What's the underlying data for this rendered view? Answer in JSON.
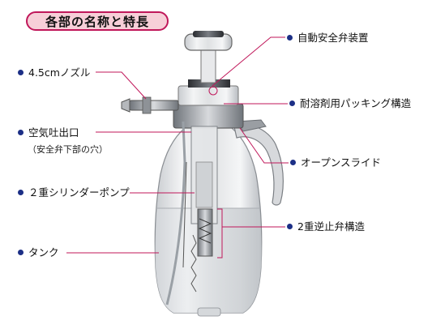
{
  "title": "各部の名称と特長",
  "labels": {
    "nozzle": "4.5cmノズル",
    "air_outlet": "空気吐出口",
    "air_outlet_sub": "（安全弁下部の穴）",
    "double_pump": "２重シリンダーポンプ",
    "tank": "タンク",
    "safety_valve": "自動安全弁装置",
    "packing": "耐溶剤用パッキング構造",
    "slide": "オープンスライド",
    "check_valve": "2重逆止弁構造"
  },
  "colors": {
    "accent": "#c0175a",
    "pill_fill": "#f7cfd8",
    "bullet": "#1c2f86",
    "leader": "#c0175a"
  }
}
